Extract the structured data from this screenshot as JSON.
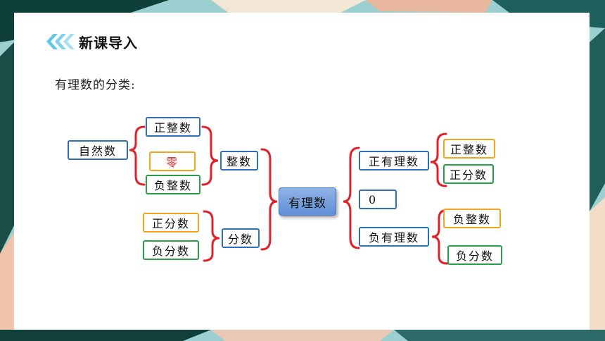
{
  "header": {
    "title": "新课导入",
    "icon": "triple-chevron-left-icon"
  },
  "subtitle": "有理数的分类:",
  "diagram": {
    "root": "有理数",
    "natural": "自然数",
    "pos_int_1": "正整数",
    "zero_1": "零",
    "neg_int_1": "负整数",
    "integer": "整数",
    "pos_frac_1": "正分数",
    "neg_frac_1": "负分数",
    "fraction": "分数",
    "pos_rational": "正有理数",
    "zero_2": "0",
    "neg_rational": "负有理数",
    "pos_int_2": "正整数",
    "pos_frac_2": "正分数",
    "neg_int_2": "负整数",
    "neg_frac_2": "负分数"
  },
  "colors": {
    "brace": "#e0202a",
    "blue_border": "#2f6fb5",
    "green_border": "#27a149",
    "orange_border": "#f0a51f",
    "header_icon": "#5fc6e8"
  }
}
